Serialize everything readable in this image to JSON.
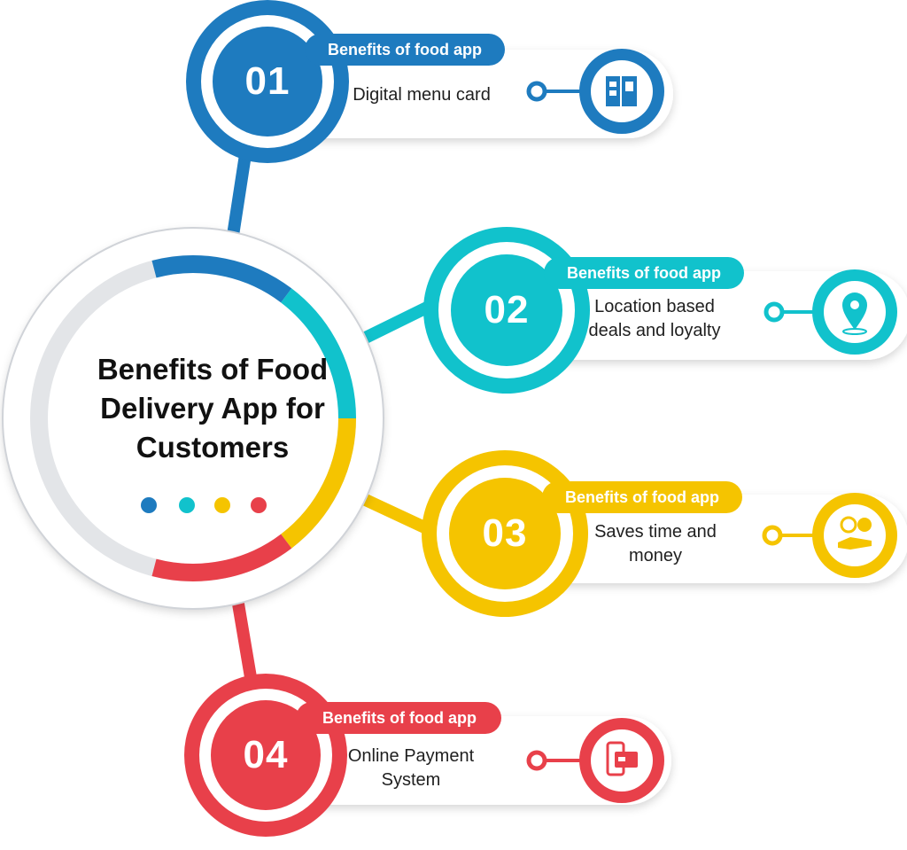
{
  "center": {
    "title": "Benefits of Food Delivery App for Customers"
  },
  "items": [
    {
      "number": "01",
      "label": "Benefits of food app",
      "description": "Digital menu card",
      "color": "#1e7bbf",
      "icon": "menu-card-icon"
    },
    {
      "number": "02",
      "label": "Benefits of food app",
      "description": "Location based deals and loyalty",
      "color": "#11c2cc",
      "icon": "location-pin-icon"
    },
    {
      "number": "03",
      "label": "Benefits of food app",
      "description": "Saves time and money",
      "color": "#f5c400",
      "icon": "time-money-icon"
    },
    {
      "number": "04",
      "label": "Benefits of food app",
      "description": "Online Payment System",
      "color": "#e8404a",
      "icon": "online-payment-icon"
    }
  ],
  "dot_colors": [
    "#1e7bbf",
    "#11c2cc",
    "#f5c400",
    "#e8404a"
  ]
}
